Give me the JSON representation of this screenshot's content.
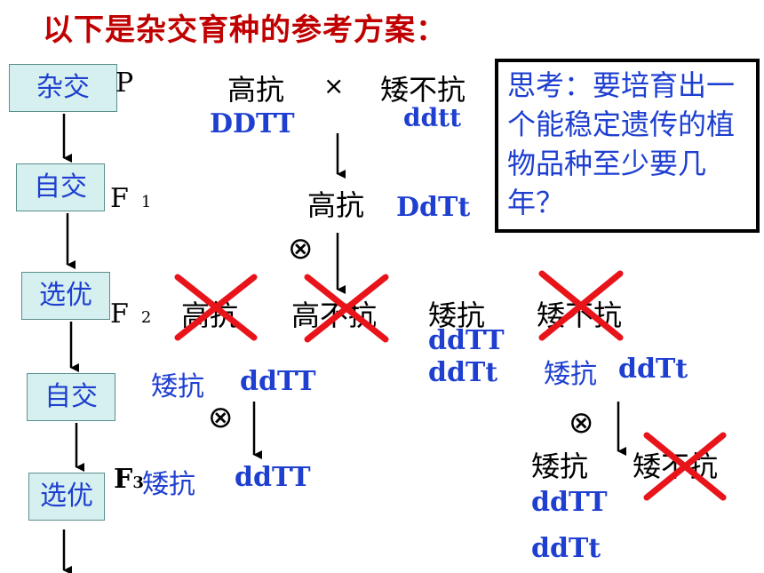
{
  "title": "以下是杂交育种的参考方案：",
  "steps": [
    "杂交",
    "自交",
    "选优",
    "自交",
    "选优"
  ],
  "generations": {
    "p": "P",
    "f1": "F",
    "f1_sub": "1",
    "f2": "F",
    "f2_sub": "2",
    "f3": "F",
    "f3_sub": "3"
  },
  "p_row": {
    "parent1_pheno": "高抗",
    "cross_symbol": "×",
    "parent2_pheno": "矮不抗",
    "parent1_geno": "DDTT",
    "parent2_geno": "ddtt"
  },
  "f1_row": {
    "pheno": "高抗",
    "geno": "DdTt"
  },
  "selfing_symbol": "⊗",
  "f2_row": {
    "phenos": [
      "高抗",
      "高不抗",
      "矮抗",
      "矮不抗"
    ],
    "genos_col3": [
      "ddTT",
      "ddTt"
    ]
  },
  "branch_left": {
    "pheno": "矮抗",
    "geno": "ddTT",
    "f3_pheno": "矮抗",
    "f3_geno": "ddTT"
  },
  "branch_right": {
    "pheno": "矮抗",
    "geno": "ddTt",
    "offspring": [
      "矮抗",
      "矮不抗"
    ],
    "offspring_genos": [
      "ddTT",
      "ddTt"
    ]
  },
  "think_box": "思考：要培育出一个能稳定遗传的植物品种至少要几年？",
  "colors": {
    "title": "#c00000",
    "blue": "#1e3fd0",
    "cross_out": "#e8141a",
    "step_fill": "#d6f0ef"
  }
}
